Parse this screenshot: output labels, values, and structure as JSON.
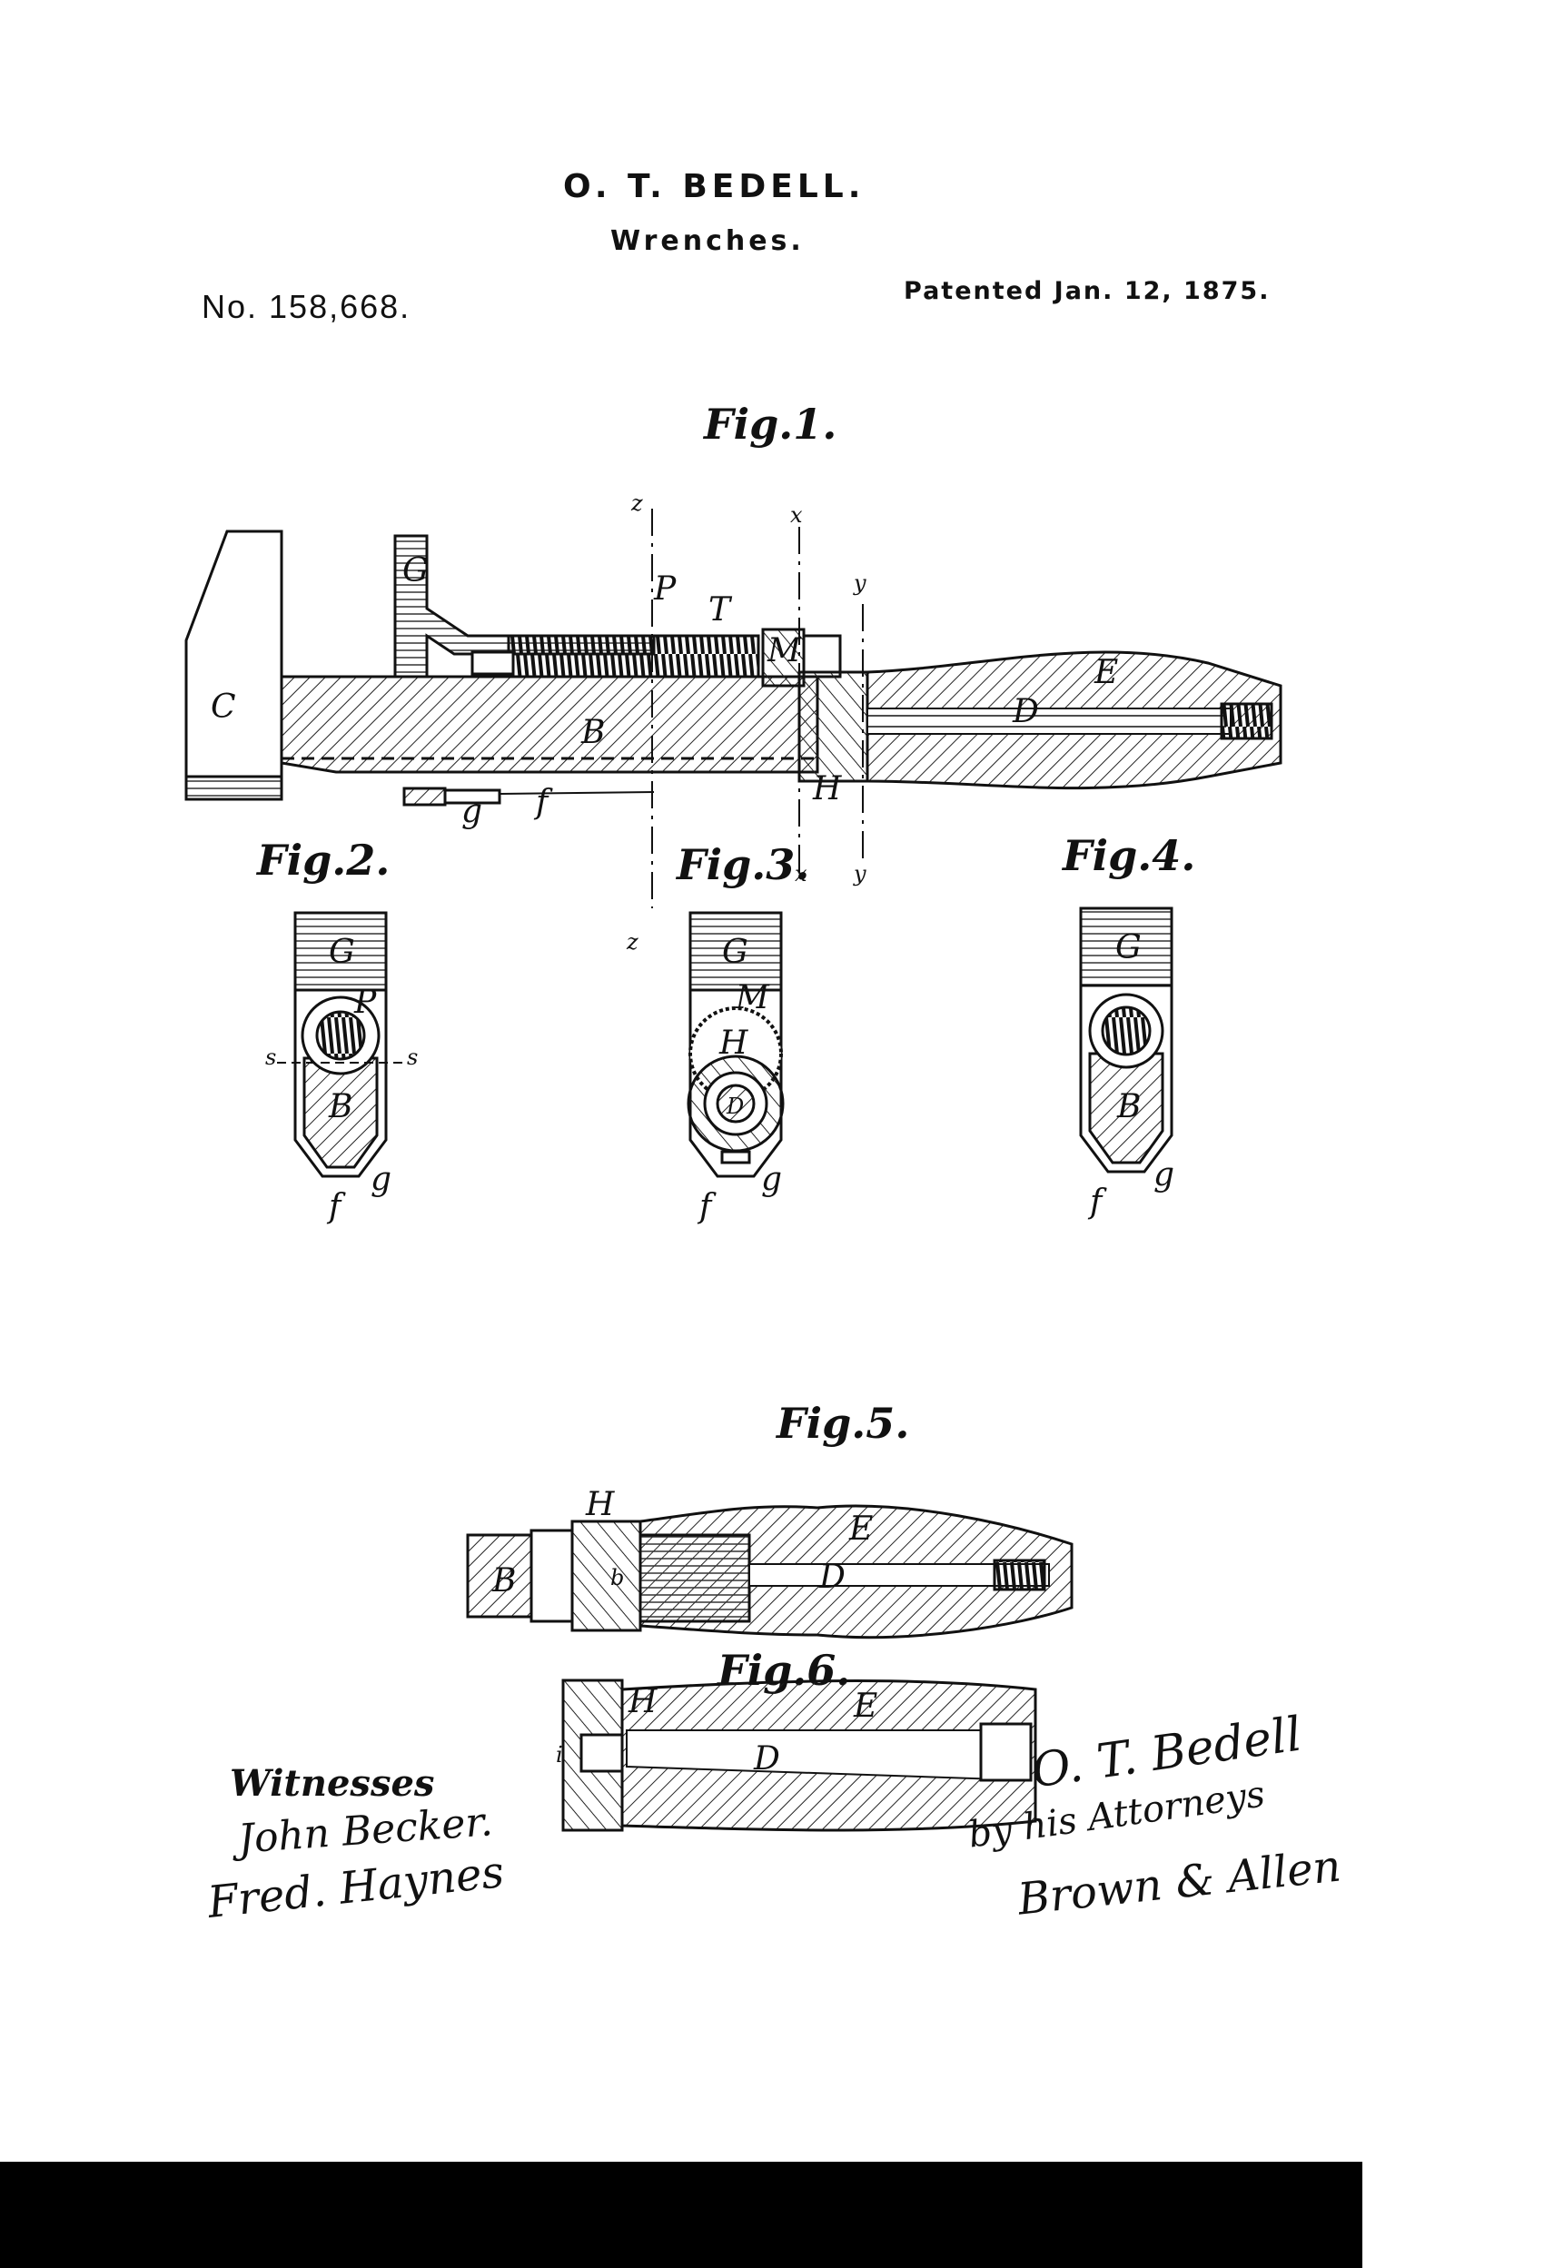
{
  "header": {
    "inventor": "O. T. BEDELL.",
    "subject": "Wrenches.",
    "patent_number": "No. 158,668.",
    "patent_date": "Patented Jan. 12, 1875."
  },
  "figures": {
    "fig1": "Fig.1.",
    "fig2": "Fig.2.",
    "fig3": "Fig.3.",
    "fig4": "Fig.4.",
    "fig5": "Fig.5.",
    "fig6": "Fig.6."
  },
  "part_labels": {
    "C": "C",
    "G": "G",
    "B": "B",
    "P": "P",
    "T": "T",
    "M": "M",
    "E": "E",
    "D": "D",
    "H": "H",
    "f": "f",
    "g": "g",
    "s": "s",
    "b": "b",
    "i": "i",
    "z": "z",
    "x": "x",
    "y": "y"
  },
  "witnesses": {
    "title": "Witnesses",
    "names": [
      "John Becker.",
      "Fred. Haynes"
    ]
  },
  "signature": {
    "inventor": "O. T. Bedell",
    "by": "by his Attorneys",
    "attorney": "Brown & Allen"
  }
}
